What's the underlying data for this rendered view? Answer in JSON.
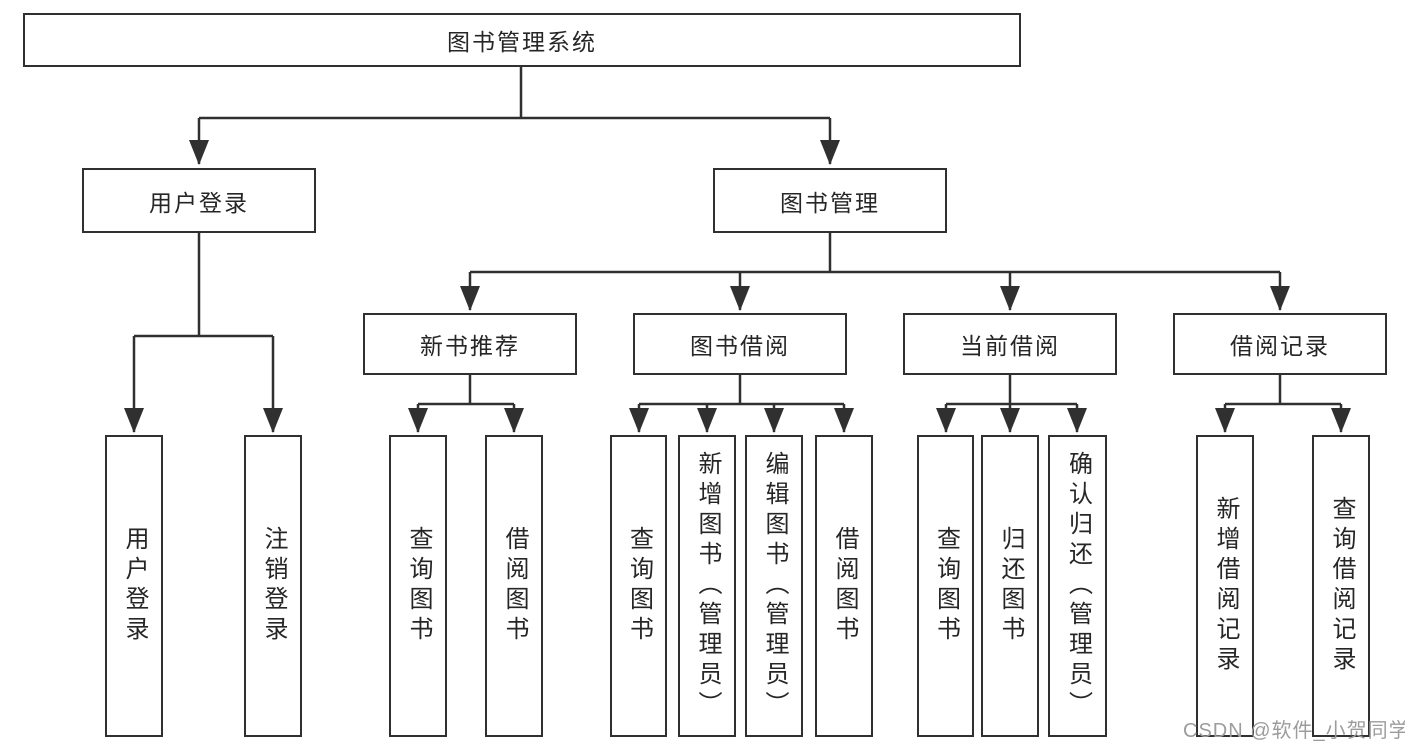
{
  "diagram": {
    "title": "图书管理系统",
    "watermark": "CSDN @软件_小贺同学",
    "colors": {
      "line": "#303030",
      "text": "#262626",
      "watermark": "#9c9c9c",
      "background": "#ffffff"
    },
    "level2": [
      {
        "id": "user-login",
        "label": "用户登录"
      },
      {
        "id": "book-management",
        "label": "图书管理"
      }
    ],
    "level3": [
      {
        "id": "new-book-recommend",
        "label": "新书推荐"
      },
      {
        "id": "book-borrow",
        "label": "图书借阅"
      },
      {
        "id": "current-borrow",
        "label": "当前借阅"
      },
      {
        "id": "borrow-records",
        "label": "借阅记录"
      }
    ],
    "leaves": [
      {
        "parent": "user-login",
        "label": "用户登录"
      },
      {
        "parent": "user-login",
        "label": "注销登录"
      },
      {
        "parent": "new-book-recommend",
        "label": "查询图书"
      },
      {
        "parent": "new-book-recommend",
        "label": "借阅图书"
      },
      {
        "parent": "book-borrow",
        "label": "查询图书"
      },
      {
        "parent": "book-borrow",
        "label": "新增图书（管理员）"
      },
      {
        "parent": "book-borrow",
        "label": "编辑图书（管理员）"
      },
      {
        "parent": "book-borrow",
        "label": "借阅图书"
      },
      {
        "parent": "current-borrow",
        "label": "查询图书"
      },
      {
        "parent": "current-borrow",
        "label": "归还图书"
      },
      {
        "parent": "current-borrow",
        "label": "确认归还（管理员）"
      },
      {
        "parent": "borrow-records",
        "label": "新增借阅记录"
      },
      {
        "parent": "borrow-records",
        "label": "查询借阅记录"
      }
    ]
  }
}
